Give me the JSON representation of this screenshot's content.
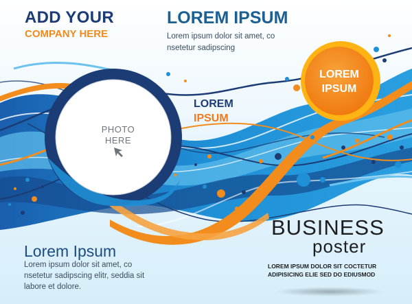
{
  "company": {
    "line1": "ADD YOUR",
    "line2": "COMPANY HERE"
  },
  "header": {
    "title": "LOREM IPSUM",
    "body": "Lorem ipsum dolor sit amet, co nsetetur sadipscing"
  },
  "orange_circle": {
    "label": "LOREM IPSUM"
  },
  "middle_label": {
    "line1": "LOREM",
    "line2": "IPSUM"
  },
  "photo_placeholder": {
    "text": "PHOTO HERE",
    "icon": "cursor-arrow-icon"
  },
  "bottom_left": {
    "title": "Lorem Ipsum",
    "body": "Lorem ipsum dolor sit amet, co nsetetur sadipscing elitr, seddia sit labore et dolore."
  },
  "business": {
    "title": "BUSINESS",
    "subtitle": "poster",
    "body": "LOREM IPSUM DOLOR SIT COCTETUR ADIPISICING ELIE SED DO EDIUSMOD"
  },
  "colors": {
    "navy": "#1b3c74",
    "blue": "#1f8fd6",
    "light_blue": "#6cc3ee",
    "orange": "#f28c1c",
    "yellow": "#ffb414"
  }
}
